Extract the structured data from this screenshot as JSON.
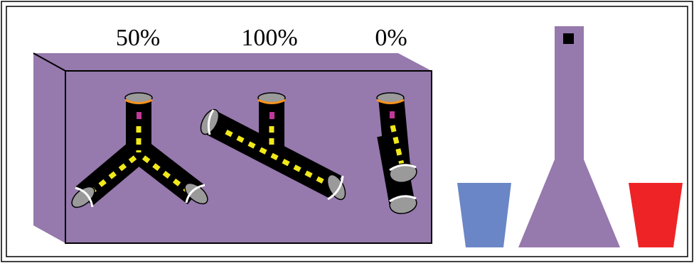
{
  "labels": {
    "left": "50%",
    "middle": "100%",
    "right": "0%"
  },
  "colors": {
    "box_purple": "#9679ad",
    "tube_black": "#000000",
    "dash_yellow": "#f0e81a",
    "inlet_magenta": "#c0399a",
    "rim_orange": "#f7941d",
    "cap_grey": "#9a9a9a",
    "cup_blue": "#6a86c6",
    "flask_purple": "#9679ad",
    "cup_red": "#ee2326"
  }
}
